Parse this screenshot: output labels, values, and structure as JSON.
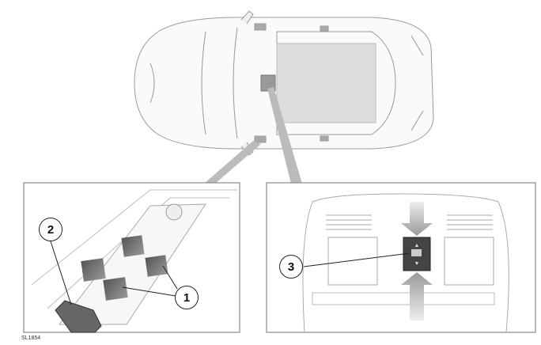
{
  "figure_id": "SL1854",
  "callouts": {
    "one": "1",
    "two": "2",
    "three": "3"
  }
}
